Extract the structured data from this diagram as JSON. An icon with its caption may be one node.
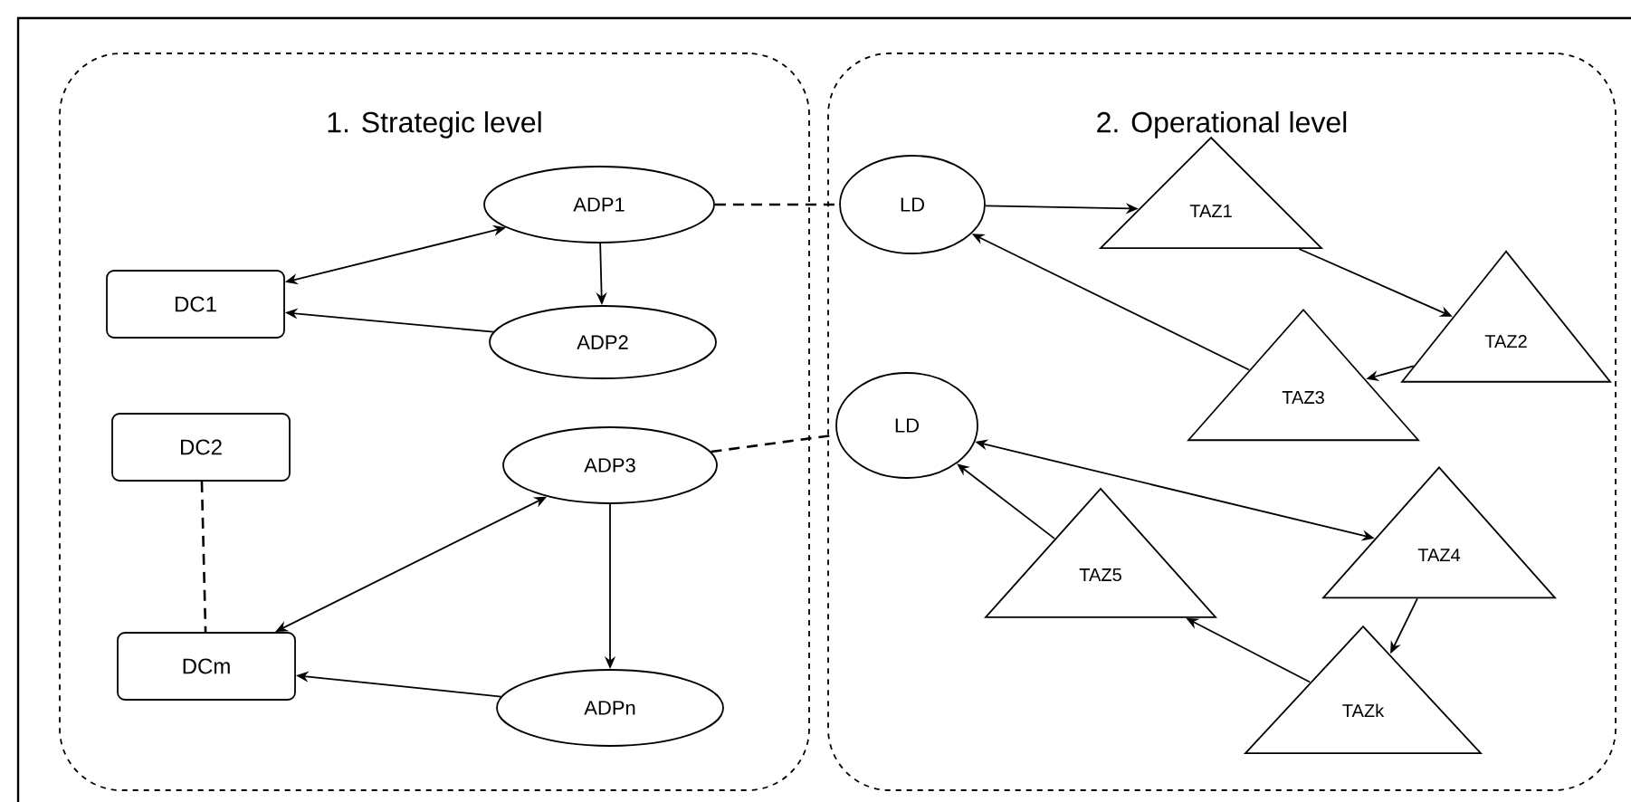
{
  "diagram": {
    "nodes": [
      {
        "text": [
          "1. Strategic level"
        ]
      },
      {
        "text": [
          "DC1"
        ],
        "in": 0
      },
      {
        "text": [
          "DC2"
        ],
        "in": 0
      },
      {
        "text": [
          "DCm"
        ],
        "in": 0
      },
      {
        "text": [
          "ADP1"
        ],
        "in": 0
      },
      {
        "text": [
          "ADP2"
        ],
        "in": 0
      },
      {
        "text": [
          "ADP3"
        ],
        "in": 0
      },
      {
        "text": [
          "ADPn"
        ],
        "in": 0
      },
      {
        "text": [
          "2. Operational level"
        ]
      },
      {
        "text": [
          "LD"
        ],
        "in": 8
      },
      {
        "text": [
          "LD"
        ],
        "in": 8
      },
      {
        "text": [
          "TAZ1"
        ],
        "in": 8
      },
      {
        "text": [
          "TAZ2"
        ],
        "in": 8
      },
      {
        "text": [
          "TAZ3"
        ],
        "in": 8
      },
      {
        "text": [
          "TAZ4"
        ],
        "in": 8
      },
      {
        "text": [
          "TAZ5"
        ],
        "in": 8
      },
      {
        "text": [
          "TAZk"
        ],
        "in": 8
      }
    ],
    "edges": [
      {
        "from": 1,
        "to": 4,
        "arrow": "both"
      },
      {
        "from": 4,
        "to": 5,
        "arrow": "to"
      },
      {
        "from": 5,
        "to": 1,
        "arrow": "to"
      },
      {
        "from": 2,
        "to": 3,
        "arrow": "none",
        "style": "dashed"
      },
      {
        "from": 3,
        "to": 6,
        "arrow": "both"
      },
      {
        "from": 6,
        "to": 7,
        "arrow": "to"
      },
      {
        "from": 7,
        "to": 3,
        "arrow": "to"
      },
      {
        "from": 4,
        "to": 9,
        "arrow": "none",
        "style": "dashed"
      },
      {
        "from": 6,
        "to": 10,
        "arrow": "none",
        "style": "dashed"
      },
      {
        "from": 9,
        "to": 11,
        "arrow": "to"
      },
      {
        "from": 11,
        "to": 12,
        "arrow": "to"
      },
      {
        "from": 12,
        "to": 13,
        "arrow": "to"
      },
      {
        "from": 13,
        "to": 9,
        "arrow": "to"
      },
      {
        "from": 10,
        "to": 14,
        "arrow": "both"
      },
      {
        "from": 14,
        "to": 16,
        "arrow": "to"
      },
      {
        "from": 16,
        "to": 15,
        "arrow": "to"
      },
      {
        "from": 15,
        "to": 10,
        "arrow": "to"
      }
    ]
  }
}
